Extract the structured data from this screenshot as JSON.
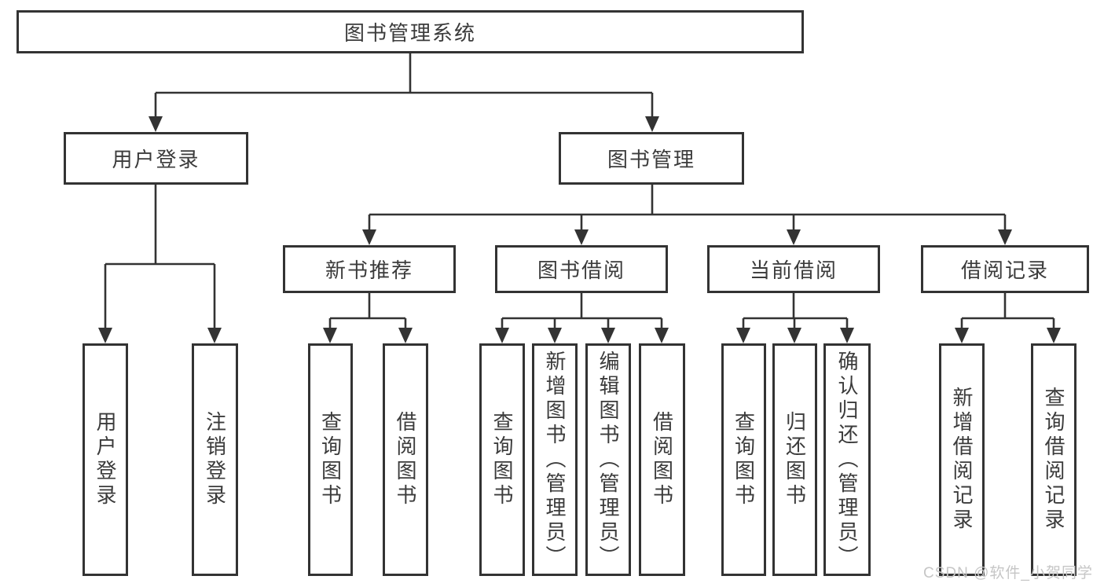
{
  "diagram": {
    "root": {
      "label": "图书管理系统",
      "children": [
        {
          "label": "用户登录",
          "children": [
            {
              "label": "用户登录"
            },
            {
              "label": "注销登录"
            }
          ]
        },
        {
          "label": "图书管理",
          "children": [
            {
              "label": "新书推荐",
              "children": [
                {
                  "label": "查询图书"
                },
                {
                  "label": "借阅图书"
                }
              ]
            },
            {
              "label": "图书借阅",
              "children": [
                {
                  "label": "查询图书"
                },
                {
                  "label": "新增图书（管理员）"
                },
                {
                  "label": "编辑图书（管理员）"
                },
                {
                  "label": "借阅图书"
                }
              ]
            },
            {
              "label": "当前借阅",
              "children": [
                {
                  "label": "查询图书"
                },
                {
                  "label": "归还图书"
                },
                {
                  "label": "确认归还（管理员）"
                }
              ]
            },
            {
              "label": "借阅记录",
              "children": [
                {
                  "label": "新增借阅记录"
                },
                {
                  "label": "查询借阅记录"
                }
              ]
            }
          ]
        }
      ]
    },
    "watermark": "CSDN @软件_小贺同学",
    "colors": {
      "line": "#333333",
      "text": "#3b3b3b",
      "watermark": "#c6c6c6",
      "background": "#ffffff"
    }
  }
}
